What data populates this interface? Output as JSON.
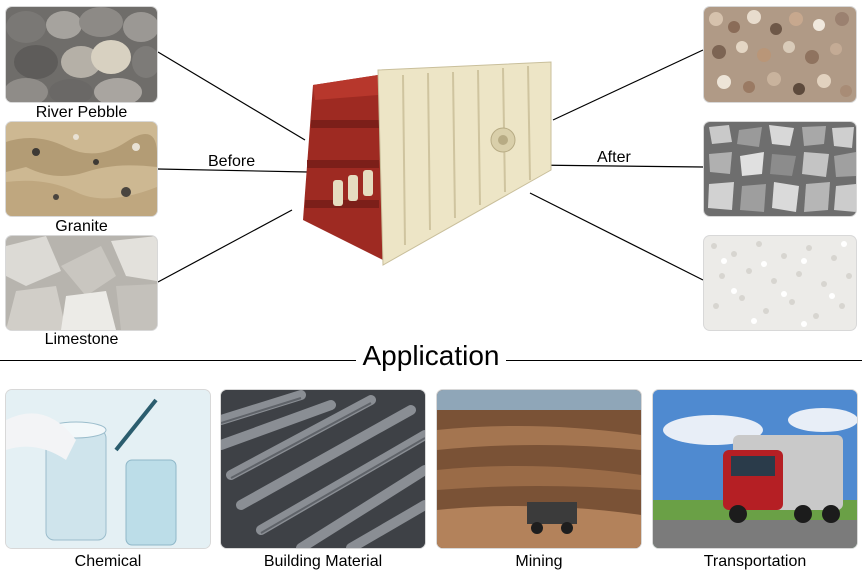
{
  "inputs": {
    "pebble": "River Pebble",
    "granite": "Granite",
    "limestone": "Limestone"
  },
  "flow": {
    "before": "Before",
    "after": "After"
  },
  "application": {
    "title": "Application",
    "items": [
      "Chemical",
      "Building Material",
      "Mining",
      "Transportation"
    ]
  }
}
